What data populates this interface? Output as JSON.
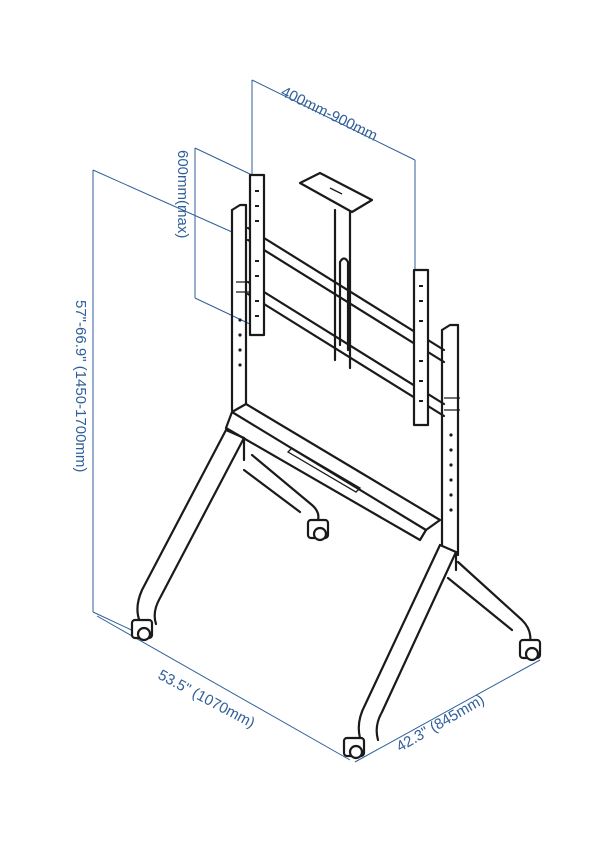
{
  "dimensions": {
    "vesa_width": "400mm-900mm",
    "vesa_height": "600mm(max)",
    "overall_height": "57\"-66.9\" (1450-1700mm)",
    "base_width": "53.5\" (1070mm)",
    "base_depth": "42.3\" (845mm)"
  },
  "colors": {
    "dimension_lines": "#2f5f9a",
    "outline": "#1a1a1a"
  }
}
